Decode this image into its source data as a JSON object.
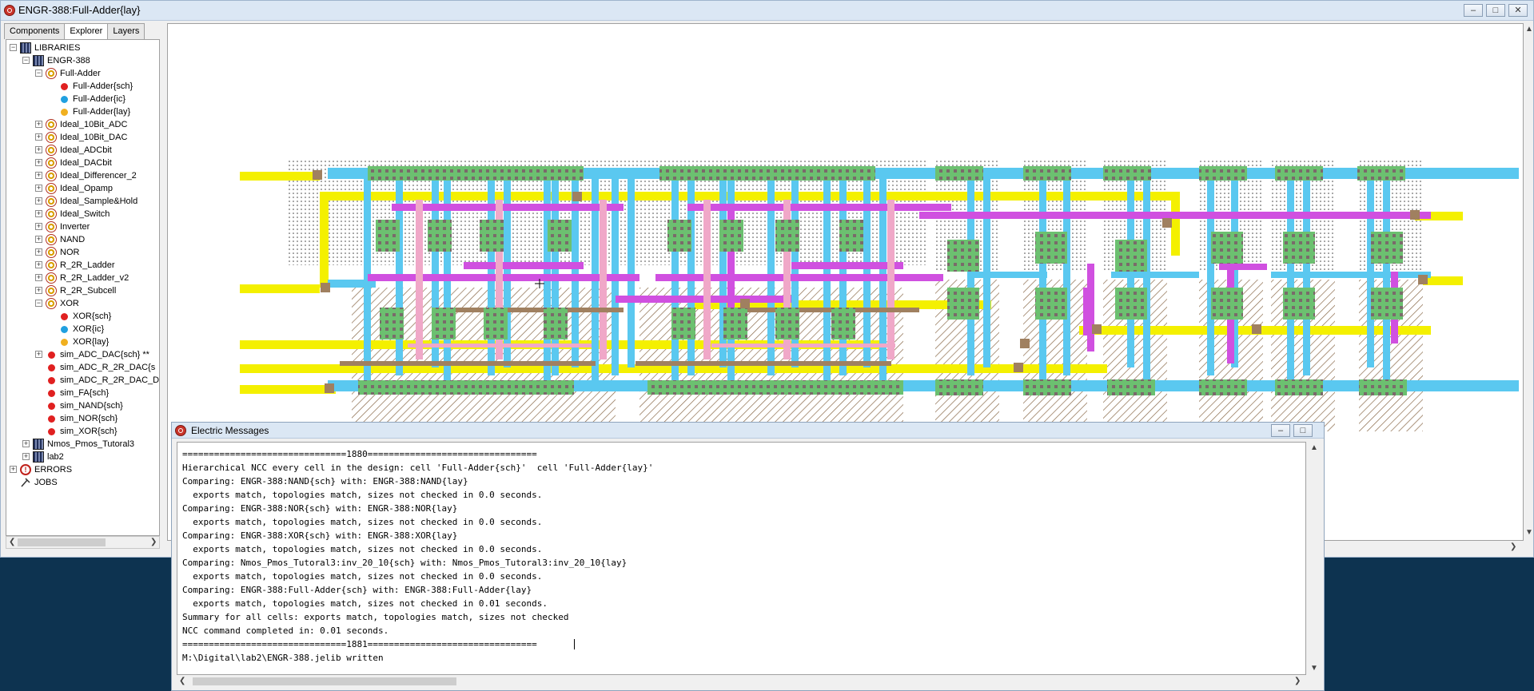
{
  "window": {
    "title": "ENGR-388:Full-Adder{lay}"
  },
  "tabs": [
    {
      "label": "Components",
      "active": false
    },
    {
      "label": "Explorer",
      "active": true
    },
    {
      "label": "Layers",
      "active": false
    }
  ],
  "tree": [
    {
      "label": "LIBRARIES",
      "icon": "libraries-icon",
      "expander": "minus",
      "level": 0
    },
    {
      "label": "ENGR-388",
      "icon": "library-icon",
      "expander": "minus",
      "level": 1
    },
    {
      "label": "Full-Adder",
      "icon": "cell-icon",
      "expander": "minus",
      "level": 2
    },
    {
      "label": "Full-Adder{sch}",
      "icon": "schematic-view-icon",
      "color": "#e02020",
      "level": 3
    },
    {
      "label": "Full-Adder{ic}",
      "icon": "icon-view-icon",
      "color": "#20a0e0",
      "level": 3
    },
    {
      "label": "Full-Adder{lay}",
      "icon": "layout-view-icon",
      "color": "#f0b020",
      "level": 3
    },
    {
      "label": "Ideal_10Bit_ADC",
      "icon": "cell-icon",
      "expander": "plus",
      "level": 2
    },
    {
      "label": "Ideal_10Bit_DAC",
      "icon": "cell-icon",
      "expander": "plus",
      "level": 2
    },
    {
      "label": "Ideal_ADCbit",
      "icon": "cell-icon",
      "expander": "plus",
      "level": 2
    },
    {
      "label": "Ideal_DACbit",
      "icon": "cell-icon",
      "expander": "plus",
      "level": 2
    },
    {
      "label": "Ideal_Differencer_2",
      "icon": "cell-icon",
      "expander": "plus",
      "level": 2
    },
    {
      "label": "Ideal_Opamp",
      "icon": "cell-icon",
      "expander": "plus",
      "level": 2
    },
    {
      "label": "Ideal_Sample&Hold",
      "icon": "cell-icon",
      "expander": "plus",
      "level": 2
    },
    {
      "label": "Ideal_Switch",
      "icon": "cell-icon",
      "expander": "plus",
      "level": 2
    },
    {
      "label": "Inverter",
      "icon": "cell-icon",
      "expander": "plus",
      "level": 2
    },
    {
      "label": "NAND",
      "icon": "cell-icon",
      "expander": "plus",
      "level": 2
    },
    {
      "label": "NOR",
      "icon": "cell-icon",
      "expander": "plus",
      "level": 2
    },
    {
      "label": "R_2R_Ladder",
      "icon": "cell-icon",
      "expander": "plus",
      "level": 2
    },
    {
      "label": "R_2R_Ladder_v2",
      "icon": "cell-icon",
      "expander": "plus",
      "level": 2
    },
    {
      "label": "R_2R_Subcell",
      "icon": "cell-icon",
      "expander": "plus",
      "level": 2
    },
    {
      "label": "XOR",
      "icon": "cell-icon",
      "expander": "minus",
      "level": 2
    },
    {
      "label": "XOR{sch}",
      "icon": "schematic-view-icon",
      "color": "#e02020",
      "level": 3
    },
    {
      "label": "XOR{ic}",
      "icon": "icon-view-icon",
      "color": "#20a0e0",
      "level": 3
    },
    {
      "label": "XOR{lay}",
      "icon": "layout-view-icon",
      "color": "#f0b020",
      "level": 3
    },
    {
      "label": "sim_ADC_DAC{sch} **",
      "icon": "schematic-view-icon",
      "color": "#e02020",
      "expander": "plus",
      "level": 2
    },
    {
      "label": "sim_ADC_R_2R_DAC{s",
      "icon": "schematic-view-icon",
      "color": "#e02020",
      "level": 2
    },
    {
      "label": "sim_ADC_R_2R_DAC_D",
      "icon": "schematic-view-icon",
      "color": "#e02020",
      "level": 2
    },
    {
      "label": "sim_FA{sch}",
      "icon": "schematic-view-icon",
      "color": "#e02020",
      "level": 2
    },
    {
      "label": "sim_NAND{sch}",
      "icon": "schematic-view-icon",
      "color": "#e02020",
      "level": 2
    },
    {
      "label": "sim_NOR{sch}",
      "icon": "schematic-view-icon",
      "color": "#e02020",
      "level": 2
    },
    {
      "label": "sim_XOR{sch}",
      "icon": "schematic-view-icon",
      "color": "#e02020",
      "level": 2
    },
    {
      "label": "Nmos_Pmos_Tutoral3",
      "icon": "library-icon",
      "expander": "plus",
      "level": 1
    },
    {
      "label": "lab2",
      "icon": "library-icon",
      "expander": "plus",
      "level": 1
    },
    {
      "label": "ERRORS",
      "icon": "errors-icon",
      "expander": "plus",
      "level": 0
    },
    {
      "label": "JOBS",
      "icon": "jobs-icon",
      "level": 0
    }
  ],
  "messages": {
    "title": "Electric Messages",
    "lines": [
      "===============================1880================================",
      "Hierarchical NCC every cell in the design: cell 'Full-Adder{sch}'  cell 'Full-Adder{lay}'",
      "Comparing: ENGR-388:NAND{sch} with: ENGR-388:NAND{lay}",
      "  exports match, topologies match, sizes not checked in 0.0 seconds.",
      "Comparing: ENGR-388:NOR{sch} with: ENGR-388:NOR{lay}",
      "  exports match, topologies match, sizes not checked in 0.0 seconds.",
      "Comparing: ENGR-388:XOR{sch} with: ENGR-388:XOR{lay}",
      "  exports match, topologies match, sizes not checked in 0.0 seconds.",
      "Comparing: Nmos_Pmos_Tutoral3:inv_20_10{sch} with: Nmos_Pmos_Tutoral3:inv_20_10{lay}",
      "  exports match, topologies match, sizes not checked in 0.0 seconds.",
      "Comparing: ENGR-388:Full-Adder{sch} with: ENGR-388:Full-Adder{lay}",
      "  exports match, topologies match, sizes not checked in 0.01 seconds.",
      "Summary for all cells: exports match, topologies match, sizes not checked",
      "NCC command completed in: 0.01 seconds.",
      "===============================1881================================",
      "M:\\Digital\\lab2\\ENGR-388.jelib written"
    ]
  },
  "colors": {
    "metal1": "#5ac8f0",
    "metal2": "#d050e0",
    "poly": "#f0a8c8",
    "diffusion": "#6cc070",
    "well": "#f4f000",
    "contact": "#a08060"
  }
}
